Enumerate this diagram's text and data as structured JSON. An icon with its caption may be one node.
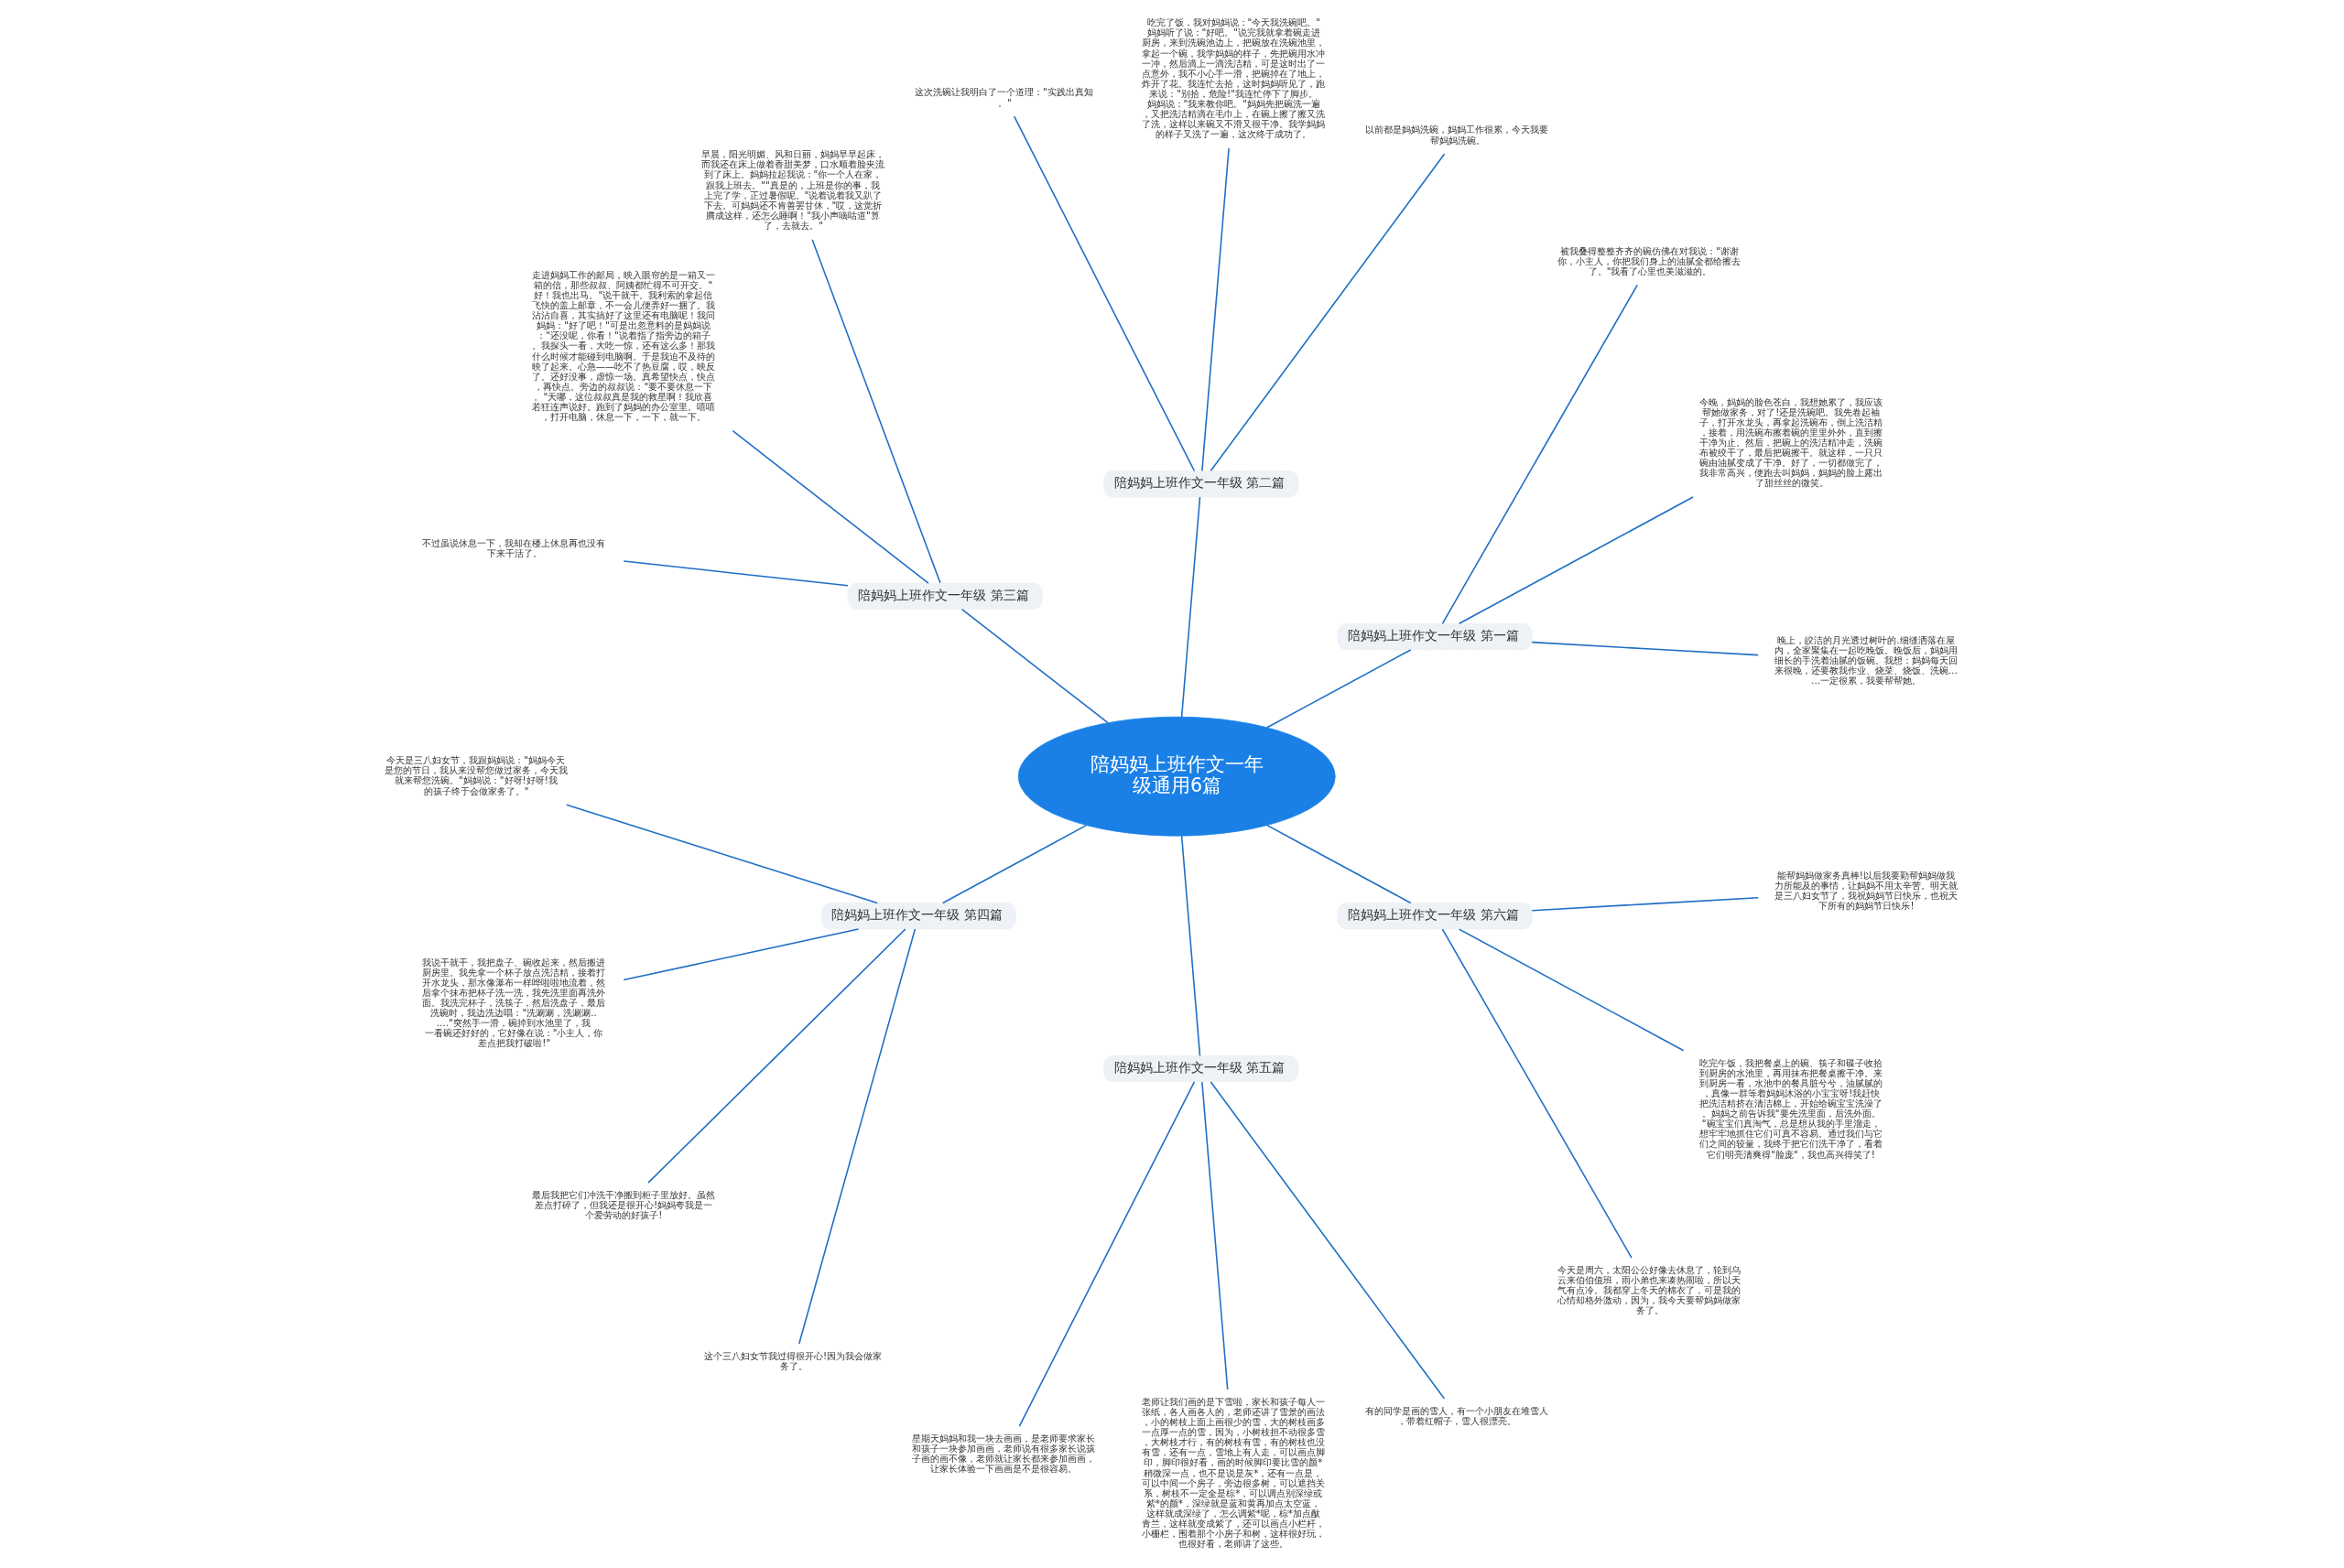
{
  "diagram": {
    "nodes": [
      {
        "text": [
          "陪妈妈上班作文一年级通用6篇"
        ]
      },
      {
        "text": [
          "陪妈妈上班作文一年级 第一篇"
        ]
      },
      {
        "text": [
          "晚上，皎洁的月光透过树叶的.细缝洒落在屋内，全家聚集在一起吃晚饭。晚饭后，妈妈用细长的手洗着油腻的饭碗。我想：妈妈每天回来很晚，还要教我作业、烧菜、烧饭、洗碗……一定很累，我要帮帮她。"
        ]
      },
      {
        "text": [
          "今晚，妈妈的脸色苍白，我想她累了，我应该帮她做家务，对了!还是洗碗吧。我先卷起袖子，打开水龙头，再拿起洗碗布，倒上洗洁精，接着，用洗碗布擦着碗的里里外外，直到擦干净为止。然后，把碗上的洗洁精冲走，洗碗布被绞干了，最后把碗擦干。就这样，一只只碗由油腻变成了干净。好了，一切都做完了，我非常高兴，便跑去叫妈妈，妈妈的脸上露出了甜丝丝的微笑。"
        ]
      },
      {
        "text": [
          "被我叠得整整齐齐的碗仿佛在对我说：\"谢谢你，小主人，你把我们身上的油腻全都给擦去了。\"我看了心里也美滋滋的。"
        ]
      },
      {
        "text": [
          "陪妈妈上班作文一年级 第二篇"
        ]
      },
      {
        "text": [
          "以前都是妈妈洗碗，妈妈工作很累，今天我要帮妈妈洗碗。"
        ]
      },
      {
        "text": [
          "吃完了饭，我对妈妈说：\"今天我洗碗吧。\"妈妈听了说：\"好吧。\"说完我就拿着碗走进厨房，来到洗碗池边上，把碗放在洗碗池里，拿起一个碗，我学妈妈的样子，先把碗用水冲一冲，然后滴上一滴洗洁精，可是这时出了一点意外，我不小心手一滑，把碗掉在了地上，炸开了花。我连忙去拾，这时妈妈听见了，跑来说：\"别拾，危险!\"我连忙停下了脚步。妈妈说：\"我来教你吧。\"妈妈先把碗洗一遍，又把洗洁精滴在毛巾上，在碗上擦了擦又洗了洗，这样以来碗又不滑又很干净。我学妈妈的样子又洗了一遍，这次终于成功了。"
        ]
      },
      {
        "text": [
          "这次洗碗让我明白了一个道理：\"实践出真知。\""
        ]
      },
      {
        "text": [
          "陪妈妈上班作文一年级 第三篇"
        ]
      },
      {
        "text": [
          "早晨，阳光明媚、风和日丽，妈妈早早起床，而我还在床上做着香甜美梦，口水顺着脸夹流到了床上。妈妈拉起我说：\"你一个人在家，跟我上班去。\"\"真是的，上班是你的事，我上完了学，正过暑假呢。\"说着说着我又趴了下去。可妈妈还不肯善罢甘休，\"哎，这觉折腾成这样，还怎么睡啊！\"我小声嘀咕道\"算了，去就去。\""
        ]
      },
      {
        "text": [
          "走进妈妈工作的邮局，映入眼帘的是一箱又一箱的信，那些叔叔、阿姨都忙得不可开交。\"好！我也出马。\"说干就干。我利索的拿起信飞快的盖上邮章，不一会儿便弄好一捆了。我沾沾自喜，其实搞好了这里还有电脑呢！我问妈妈：\"好了吧！\"可是出忽意料的是妈妈说：\"还没呢，你看！\"说着指了指旁边的箱子。我探头一看，大吃一惊，还有这么多！那我什么时候才能碰到电脑啊。于是我迫不及待的映了起来。心急——吃不了热豆腐，哎，映反了。还好没事，虚惊一场。真希望快点，快点，再快点。旁边的叔叔说：\"要不要休息一下。\"天哪，这位叔叔真是我的救星啊！我欣喜若狂连声说好。跑到了妈妈的办公室里。嘻嘻，打开电脑，休息一下，一下，就一下。"
        ]
      },
      {
        "text": [
          "不过虽说休息一下，我却在楼上休息再也没有下来干活了。"
        ]
      },
      {
        "text": [
          "陪妈妈上班作文一年级 第四篇"
        ]
      },
      {
        "text": [
          "今天是三八妇女节，我跟妈妈说：\"妈妈今天是您的节日，我从来没帮您做过家务，今天我就来帮您洗碗。\"妈妈说：\"好呀!好呀!我的孩子终于会做家务了。\""
        ]
      },
      {
        "text": [
          "我说干就干，我把盘子、碗收起来，然后搬进厨房里。我先拿一个杯子放点洗洁精，接着打开水龙头，那水像瀑布一样哗啦啦地流着，然后拿个抹布把杯子洗一洗，我先洗里面再洗外面。我洗完杯子，洗筷子，然后洗盘子，最后洗碗时，我边洗边唱：\"洗涮涮，洗涮涮......\"突然手一滑，碗掉到水池里了，我一看碗还好好的，它好像在说：\"小主人，你差点把我打破啦!\""
        ]
      },
      {
        "text": [
          "最后我把它们冲洗干净搬到柜子里放好。虽然差点打碎了，但我还是很开心!妈妈夸我是一个爱劳动的好孩子!"
        ]
      },
      {
        "text": [
          "这个三八妇女节我过得很开心!因为我会做家务了。"
        ]
      },
      {
        "text": [
          "陪妈妈上班作文一年级 第五篇"
        ]
      },
      {
        "text": [
          "星期天妈妈和我一块去画画，是老师要求家长和孩子一块参加画画，老师说有很多家长说孩子画的画不像，老师就让家长都来参加画画，让家长体验一下画画是不是很容易。"
        ]
      },
      {
        "text": [
          "老师让我们画的是下雪啦，家长和孩子每人一张纸，各人画各人的，老师还讲了雪景的画法，小的树枝上面上画很少的雪，大的树枝画多一点厚一点的雪，因为，小树枝担不动很多雪，大树枝才行，有的树枝有雪，有的树枝也没有雪，还有一点，雪地上有人走，可以画点脚印，脚印很好看，画的时候脚印要比雪的颜*稍微深一点，也不是说是灰*，还有一点是，可以中间一个房子，旁边很多树，可以遮挡关系，树枝不一定全是棕*，可以调点别深绿或紫*的颜*，深绿就是蓝和黄再加点太空蓝，这样就成深绿了，怎么调紫*呢，棕*加点酞青兰，这样就变成紫了，还可以画点小栏杆，小栅栏，围着那个小房子和树，这样很好玩，也很好看，老师讲了这些。"
        ]
      },
      {
        "text": [
          "有的同学是画的雪人，有一个小朋友在堆雪人，带着红帽子，雪人很漂亮。"
        ]
      },
      {
        "text": [
          "陪妈妈上班作文一年级 第六篇"
        ]
      },
      {
        "text": [
          "今天是周六，太阳公公好像去休息了，轮到乌云来伯伯值班，雨小弟也来凑热闹啦，所以天气有点冷。我都穿上冬天的棉衣了，可是我的心情却格外激动，因为，我今天要帮妈妈做家务了。"
        ]
      },
      {
        "text": [
          "吃完午饭，我把餐桌上的碗、筷子和碟子收拾到厨房的水池里，再用抹布把餐桌擦干净。来到厨房一看，水池中的餐具脏兮兮，油腻腻的，真像一群等着妈妈沐浴的小宝宝呀!我赶快把洗洁精挤在清洁棉上，开始给碗宝宝洗澡了。妈妈之前告诉我\"要先洗里面，后洗外面。\"碗宝宝们真淘气，总是想从我的手里溜走，想牢牢地抓住它们可真不容易。通过我们与它们之间的较量，我终于把它们洗干净了，看着它们明亮清爽得\"脸庞\"，我也高兴得笑了!"
        ]
      },
      {
        "text": [
          "能帮妈妈做家务真棒!以后我要勤帮妈妈做我力所能及的事情，让妈妈不用太辛苦。明天就是三八妇女节了，我祝妈妈节日快乐，也祝天下所有的妈妈节日快乐!"
        ]
      }
    ],
    "edges": [
      {
        "from": 0,
        "to": 1,
        "arrow": "none"
      },
      {
        "from": 1,
        "to": 2,
        "arrow": "none"
      },
      {
        "from": 1,
        "to": 3,
        "arrow": "none"
      },
      {
        "from": 1,
        "to": 4,
        "arrow": "none"
      },
      {
        "from": 0,
        "to": 5,
        "arrow": "none"
      },
      {
        "from": 5,
        "to": 6,
        "arrow": "none"
      },
      {
        "from": 5,
        "to": 7,
        "arrow": "none"
      },
      {
        "from": 5,
        "to": 8,
        "arrow": "none"
      },
      {
        "from": 0,
        "to": 9,
        "arrow": "none"
      },
      {
        "from": 9,
        "to": 10,
        "arrow": "none"
      },
      {
        "from": 9,
        "to": 11,
        "arrow": "none"
      },
      {
        "from": 9,
        "to": 12,
        "arrow": "none"
      },
      {
        "from": 0,
        "to": 13,
        "arrow": "none"
      },
      {
        "from": 13,
        "to": 14,
        "arrow": "none"
      },
      {
        "from": 13,
        "to": 15,
        "arrow": "none"
      },
      {
        "from": 13,
        "to": 16,
        "arrow": "none"
      },
      {
        "from": 13,
        "to": 17,
        "arrow": "none"
      },
      {
        "from": 0,
        "to": 18,
        "arrow": "none"
      },
      {
        "from": 18,
        "to": 19,
        "arrow": "none"
      },
      {
        "from": 18,
        "to": 20,
        "arrow": "none"
      },
      {
        "from": 18,
        "to": 21,
        "arrow": "none"
      },
      {
        "from": 0,
        "to": 22,
        "arrow": "none"
      },
      {
        "from": 22,
        "to": 23,
        "arrow": "none"
      },
      {
        "from": 22,
        "to": 24,
        "arrow": "none"
      },
      {
        "from": 22,
        "to": 25,
        "arrow": "none"
      }
    ]
  }
}
